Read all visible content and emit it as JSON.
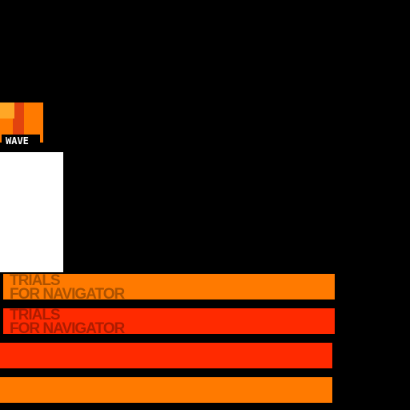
{
  "colors": {
    "background": "#000000",
    "orange": "#ff7a00",
    "red_orange": "#ff2a00",
    "white": "#ffffff"
  },
  "logo": {
    "label": "WAVE",
    "icon": "wave-logo-icon"
  },
  "menu": {
    "items": [
      {
        "line1": "TRIALS",
        "line2": "FOR NAVIGATOR",
        "color": "#ff7a00"
      },
      {
        "line1": "TRIALS",
        "line2": "FOR NAVIGATOR",
        "color": "#ff2a00"
      },
      {
        "line1": "",
        "line2": "",
        "color": "#ff2a00"
      },
      {
        "line1": "",
        "line2": "",
        "color": "#ff7a00"
      }
    ]
  }
}
